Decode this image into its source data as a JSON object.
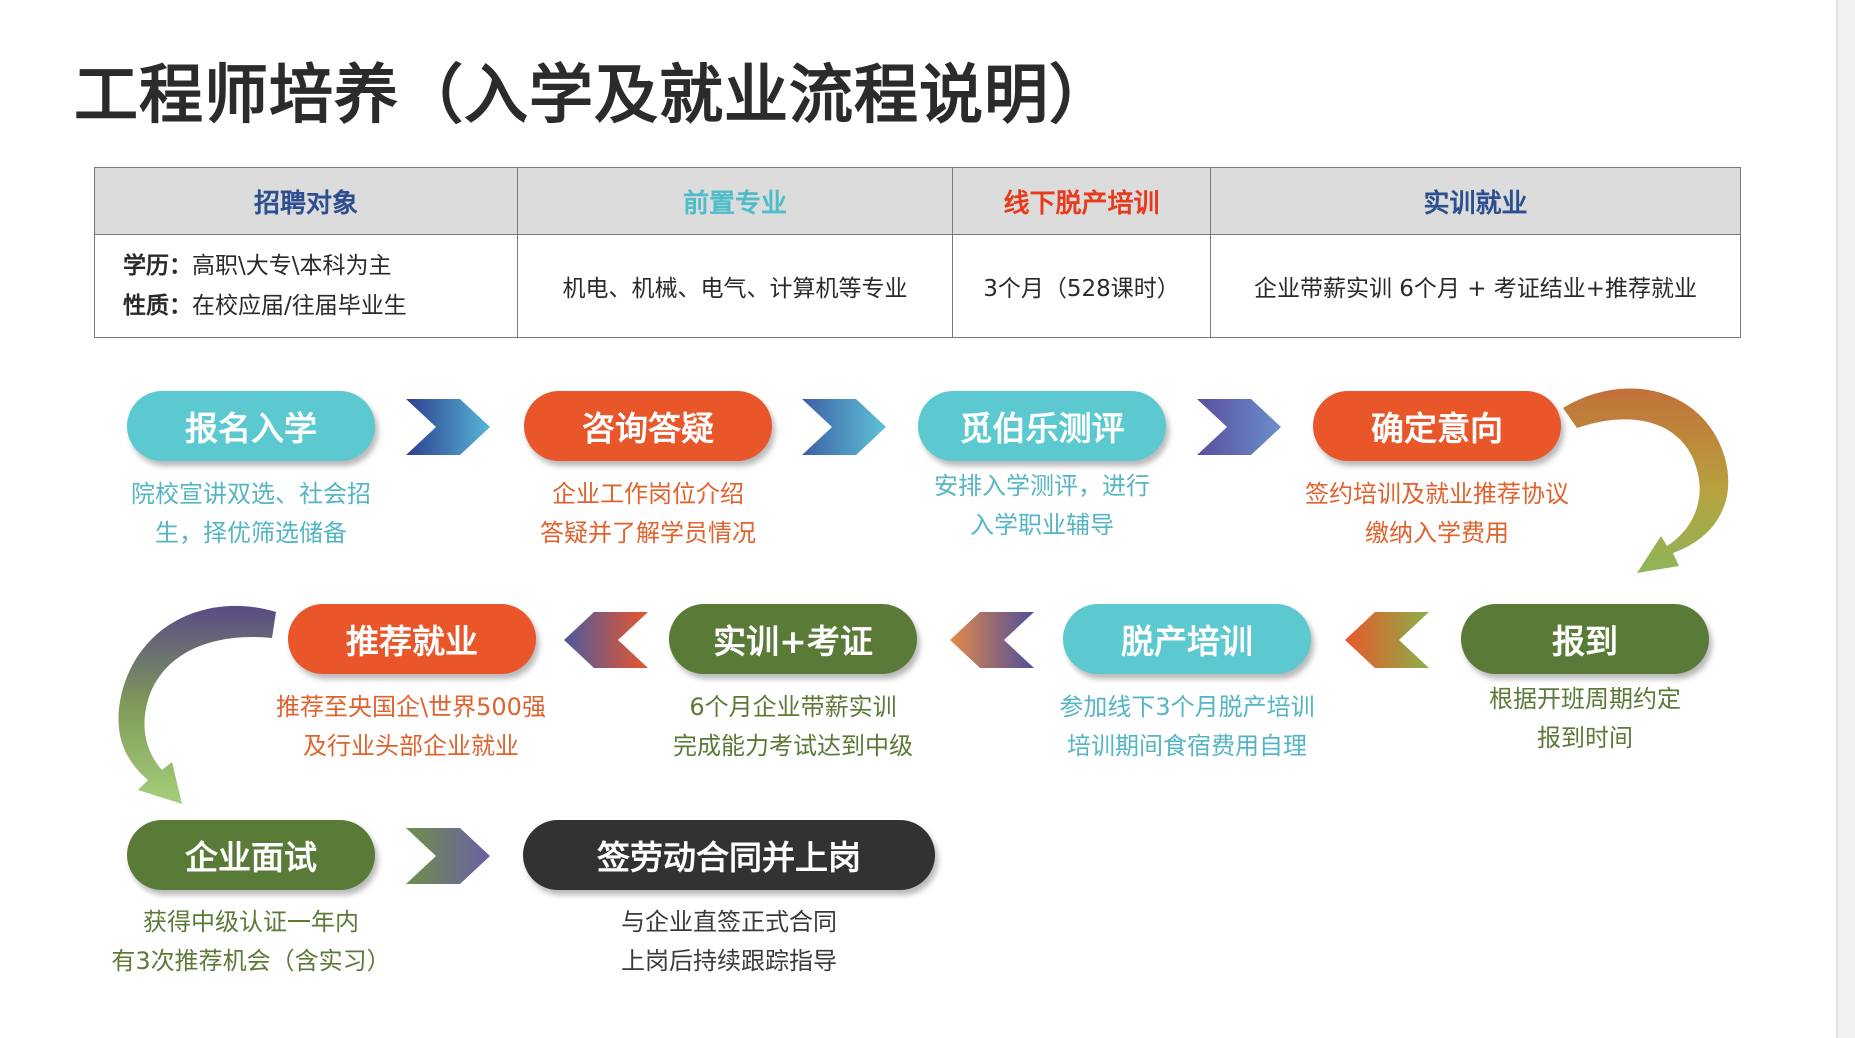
{
  "title": "工程师培养（入学及就业流程说明）",
  "colors": {
    "teal": "#5cc9d0",
    "orange": "#e9562a",
    "green": "#5a7a38",
    "dark": "#323232",
    "blue_header": "#2d4f90",
    "teal_header": "#4fbcc9",
    "red_header": "#e83a1c",
    "desc_teal": "#54b5c4",
    "desc_orange": "#e0622c",
    "desc_green": "#5b7a37",
    "desc_dark": "#3a3a3a"
  },
  "table": {
    "headers": [
      "招聘对象",
      "前置专业",
      "线下脱产培训",
      "实训就业"
    ],
    "education_key": "学历：",
    "education_value": "高职\\大专\\本科为主",
    "type_key": "性质：",
    "type_value": "在校应届/往届毕业生",
    "major": "机电、机械、电气、计算机等专业",
    "training": "3个月（528课时）",
    "employment": "企业带薪实训 6个月 + 考证结业+推荐就业"
  },
  "steps": [
    {
      "label": "报名入学",
      "desc1": "院校宣讲双选、社会招",
      "desc2": "生，择优筛选储备"
    },
    {
      "label": "咨询答疑",
      "desc1": "企业工作岗位介绍",
      "desc2": "答疑并了解学员情况"
    },
    {
      "label": "觅伯乐测评",
      "desc1": "安排入学测评，进行",
      "desc2": "入学职业辅导"
    },
    {
      "label": "确定意向",
      "desc1": "签约培训及就业推荐协议",
      "desc2": "缴纳入学费用"
    },
    {
      "label": "报到",
      "desc1": "根据开班周期约定",
      "desc2": "报到时间"
    },
    {
      "label": "脱产培训",
      "desc1": "参加线下3个月脱产培训",
      "desc2": "培训期间食宿费用自理"
    },
    {
      "label": "实训+考证",
      "desc1": "6个月企业带薪实训",
      "desc2": "完成能力考试达到中级"
    },
    {
      "label": "推荐就业",
      "desc1": "推荐至央国企\\世界500强",
      "desc2": "及行业头部企业就业"
    },
    {
      "label": "企业面试",
      "desc1": "获得中级认证一年内",
      "desc2": "有3次推荐机会（含实习）"
    },
    {
      "label": "签劳动合同并上岗",
      "desc1": "与企业直签正式合同",
      "desc2": "上岗后持续跟踪指导"
    }
  ],
  "icons": [
    "chevron-right-icon",
    "chevron-left-icon",
    "curved-arrow-down-icon"
  ]
}
